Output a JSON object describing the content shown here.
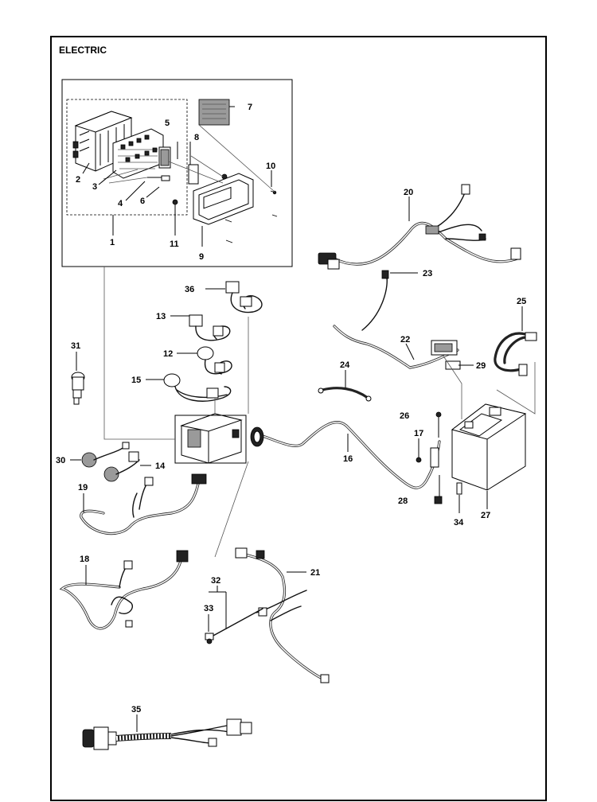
{
  "title": "ELECTRIC",
  "callouts": [
    {
      "id": "c1",
      "text": "1"
    },
    {
      "id": "c2",
      "text": "2"
    },
    {
      "id": "c3",
      "text": "3"
    },
    {
      "id": "c4",
      "text": "4"
    },
    {
      "id": "c5",
      "text": "5"
    },
    {
      "id": "c6",
      "text": "6"
    },
    {
      "id": "c7",
      "text": "7"
    },
    {
      "id": "c8",
      "text": "8"
    },
    {
      "id": "c9",
      "text": "9"
    },
    {
      "id": "c10",
      "text": "10"
    },
    {
      "id": "c11",
      "text": "11"
    },
    {
      "id": "c12",
      "text": "12"
    },
    {
      "id": "c13",
      "text": "13"
    },
    {
      "id": "c14",
      "text": "14"
    },
    {
      "id": "c15",
      "text": "15"
    },
    {
      "id": "c16",
      "text": "16"
    },
    {
      "id": "c17",
      "text": "17"
    },
    {
      "id": "c18",
      "text": "18"
    },
    {
      "id": "c19",
      "text": "19"
    },
    {
      "id": "c20",
      "text": "20"
    },
    {
      "id": "c21",
      "text": "21"
    },
    {
      "id": "c22",
      "text": "22"
    },
    {
      "id": "c23",
      "text": "23"
    },
    {
      "id": "c24",
      "text": "24"
    },
    {
      "id": "c25",
      "text": "25"
    },
    {
      "id": "c26",
      "text": "26"
    },
    {
      "id": "c27",
      "text": "27"
    },
    {
      "id": "c28",
      "text": "28"
    },
    {
      "id": "c29",
      "text": "29"
    },
    {
      "id": "c30",
      "text": "30"
    },
    {
      "id": "c31",
      "text": "31"
    },
    {
      "id": "c32",
      "text": "32"
    },
    {
      "id": "c33",
      "text": "33"
    },
    {
      "id": "c34",
      "text": "34"
    },
    {
      "id": "c35",
      "text": "35"
    },
    {
      "id": "c36",
      "text": "36"
    }
  ]
}
